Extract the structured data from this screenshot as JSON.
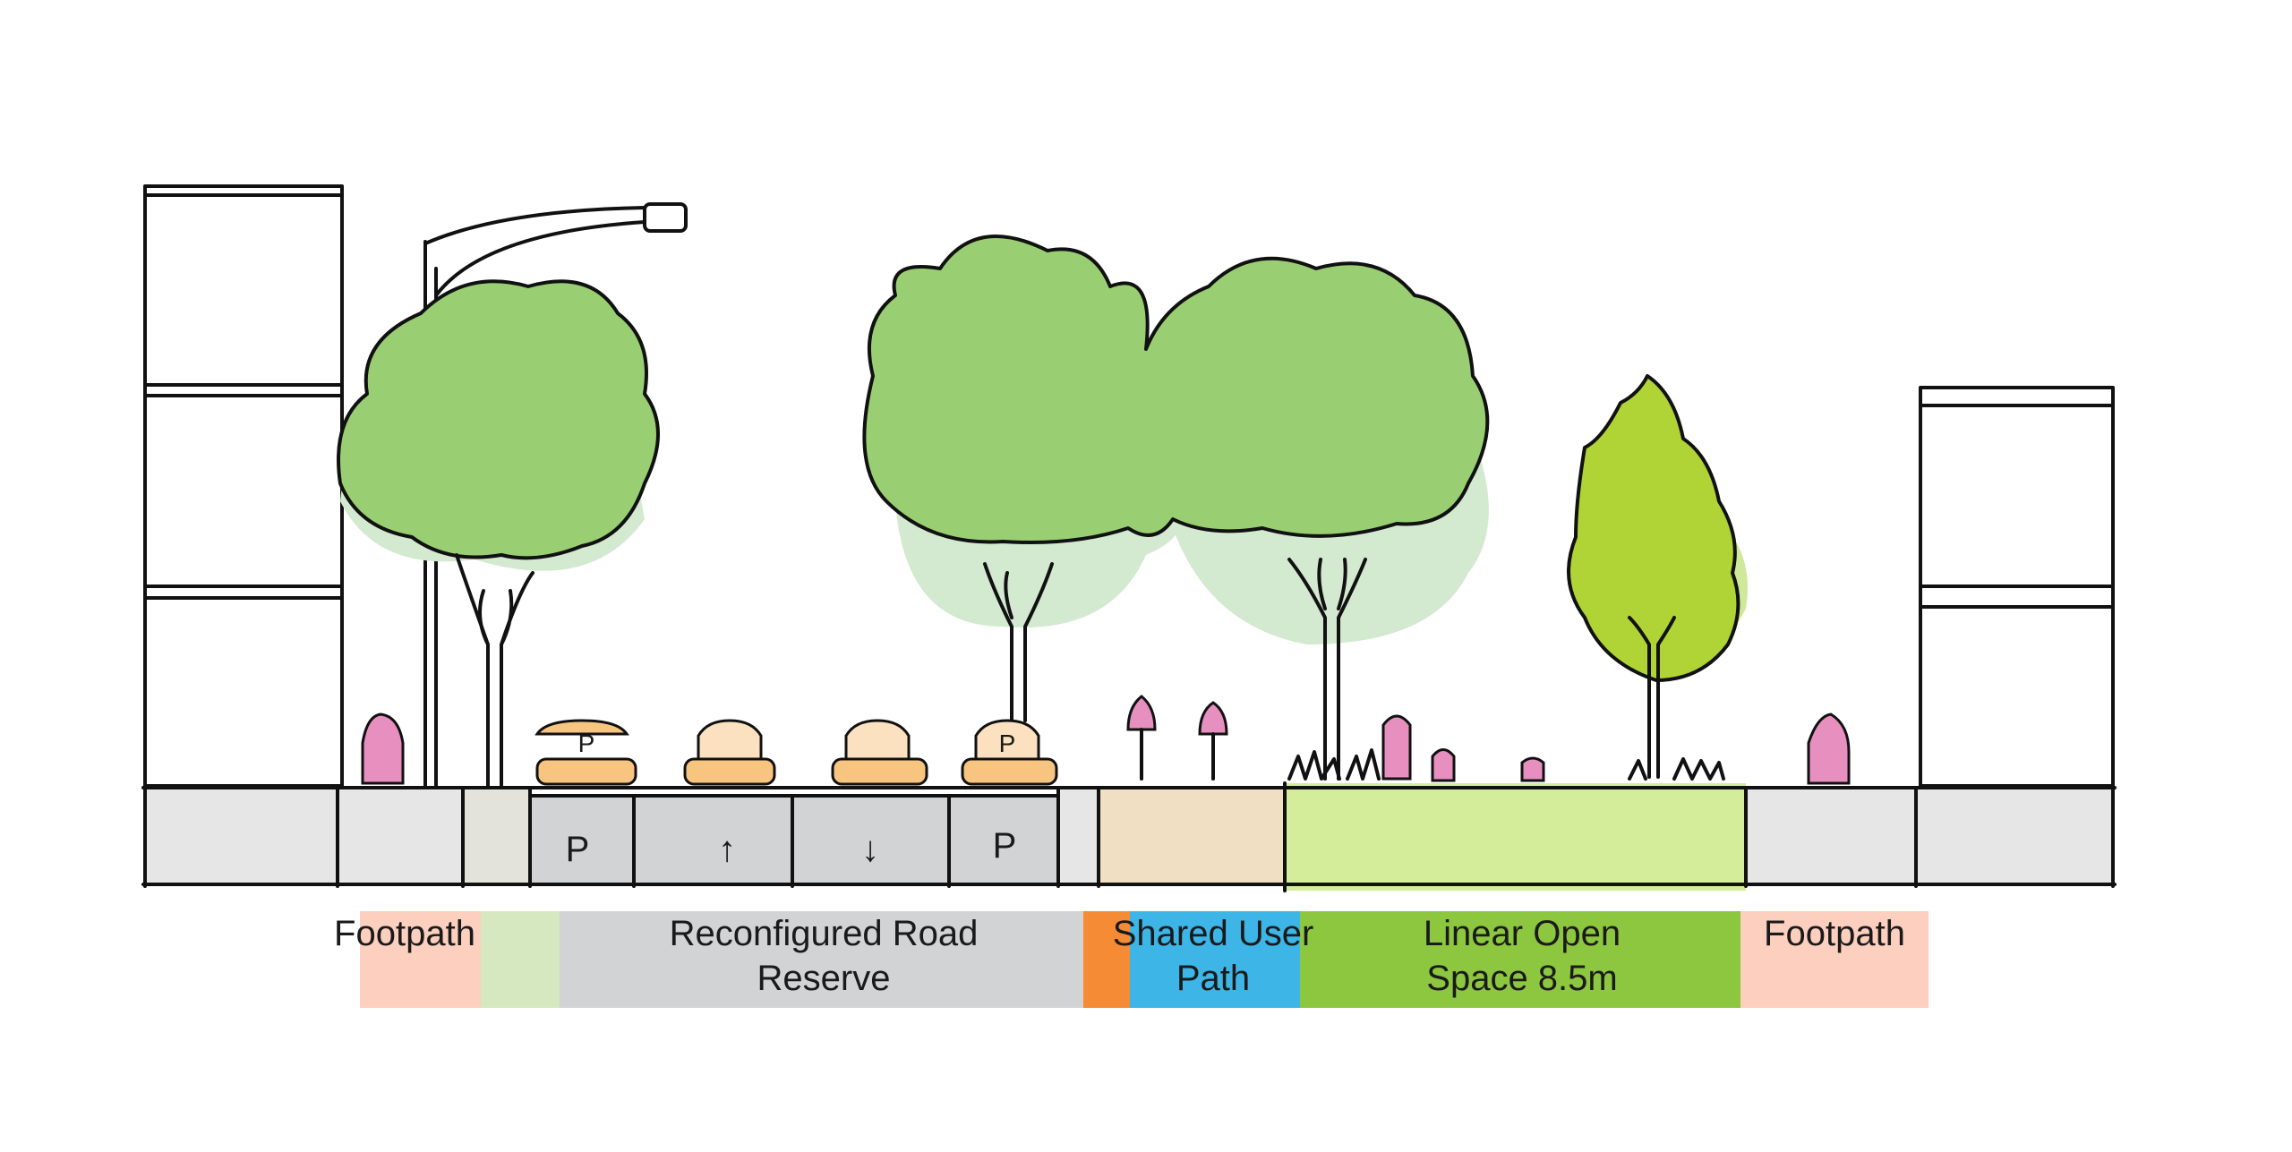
{
  "colors": {
    "footpath": "#fccfbe",
    "verge": "#d5e8bf",
    "road": "#d2d3d5",
    "shared_path_edge": "#f68b35",
    "shared_path": "#3db5e6",
    "open_space": "#8dc63f",
    "ground_grey": "#e6e6e6",
    "ground_verge": "#e3e3dc",
    "ground_tan": "#f0dfc2",
    "ground_green": "#d4ed9a",
    "tree_dark": "#99cf72",
    "tree_light": "#d3e9d0",
    "tree_lime": "#b0d335",
    "tree_lime_light": "#cfe89a",
    "shrub_pink": "#e78fbf",
    "car_orange": "#f7c580"
  },
  "labels": {
    "footpath_left": "Footpath",
    "road_reserve_line1": "Reconfigured Road",
    "road_reserve_line2": "Reserve",
    "shared_path_line1": "Shared User",
    "shared_path_line2": "Path",
    "open_space_line1": "Linear Open",
    "open_space_line2": "Space 8.5m",
    "footpath_right": "Footpath"
  },
  "lanes": {
    "parking_left": "P",
    "lane_up": "↑",
    "lane_down": "↓",
    "parking_right": "P"
  },
  "cars": {
    "parked_badge": "P"
  }
}
